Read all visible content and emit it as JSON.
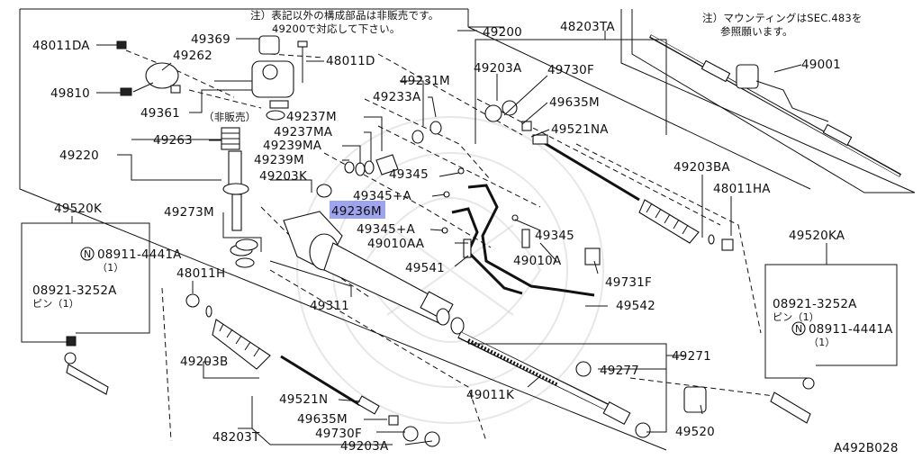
{
  "diagram_code": "A492B028",
  "notes": {
    "left_line1": "注）表記以外の構成部品は非販売です。",
    "left_line2": "49200で対応して下さい。",
    "right_line1": "注）マウンティングはSEC.483を",
    "right_line2": "参照願います。",
    "not_sold": "（非販売）"
  },
  "labels": {
    "p48011DA": "48011DA",
    "p49369": "49369",
    "p49262": "49262",
    "p48011D": "48011D",
    "p49810": "49810",
    "p49361": "49361",
    "p49200": "49200",
    "p49231M": "49231M",
    "p49233A": "49233A",
    "p49237M": "49237M",
    "p49237MA": "49237MA",
    "p49239MA": "49239MA",
    "p49239M": "49239M",
    "p49263": "49263",
    "p49220": "49220",
    "p49203K": "49203K",
    "p49345a": "49345",
    "p49345Aa": "49345+A",
    "p49236M": "49236M",
    "p49273M": "49273M",
    "p49345Ab": "49345+A",
    "p49345b": "49345",
    "p49010AA": "49010AA",
    "p49010A": "49010A",
    "p49541": "49541",
    "p49731F": "49731F",
    "p49542": "49542",
    "p49311": "49311",
    "p49520K": "49520K",
    "p08911_left": "08911-4441A",
    "qty_left1": "（1）",
    "p08921_left": "08921-3252A",
    "pin_left": "ピン（1）",
    "p48011H": "48011H",
    "p49203B": "49203B",
    "p49521N": "49521N",
    "p49635M": "49635M",
    "p48203T": "48203T",
    "p49730F": "49730F",
    "p49203A_bottom": "49203A",
    "p49011K": "49011K",
    "p49277": "49277",
    "p49271": "49271",
    "p49520": "49520",
    "p48203TA": "48203TA",
    "p49203A_top": "49203A",
    "p49730F_top": "49730F",
    "p49635M_top": "49635M",
    "p49521NA": "49521NA",
    "p49203BA": "49203BA",
    "p48011HA": "48011HA",
    "p49001": "49001",
    "p49520KA": "49520KA",
    "p08921_right": "08921-3252A",
    "pin_right": "ピン（1）",
    "p08911_right": "08911-4441A",
    "qty_right1": "（1）",
    "n_symbol": "N"
  }
}
